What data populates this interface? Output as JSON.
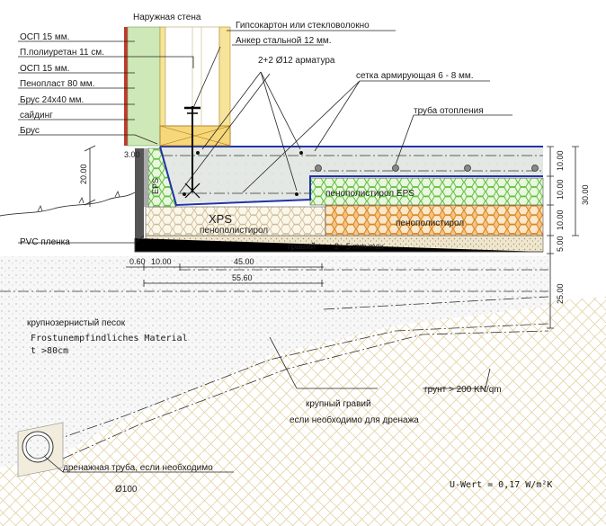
{
  "labels": {
    "outer_wall": "Наружная стена",
    "gypsum": "Гипсокартон или стекловолокно",
    "osb_top": "ОСП 15 мм.",
    "polyurethane": "П.полиуретан 11 см.",
    "anchor": "Анкер стальной 12 мм.",
    "rebar": "2+2 Ø12  арматура",
    "osb_2": "ОСП 15 мм.",
    "mesh": "сетка армирующая 6 - 8 мм.",
    "foam80": "Пенопласт 80 мм.",
    "batten": "Брус 24х40 мм.",
    "siding": "сайдинг",
    "beam": "Брус",
    "heating_pipe": "труба отопления",
    "eps_small": "EPS",
    "foam_eps": "пенополистирол  EPS",
    "xps": "XPS",
    "xps_foam": "пенополистирол",
    "foam_orange": "пенополистирол",
    "pvc": "PVC пленка",
    "gravel": "гравий",
    "gravel_size": "2 - 5 mm max",
    "coarse_sand": "крупнозернистый песок",
    "frost_material": "Frostunempfindliches Material",
    "frost_depth": "t >80cm",
    "soil": "грунт > 200 KN/qm",
    "coarse_gravel": "крупный гравий",
    "drain_note": "если необходимо для дренажа",
    "drain_pipe": "дренажная труба, если необходимо",
    "pipe_dia": "Ø100",
    "u_value": "U-Wert = 0,17 W/m²K"
  },
  "dimensions": {
    "d_300": "3.00",
    "d_2000": "20.00",
    "d_060": "0.60",
    "d_1000_h": "10.00",
    "d_4500": "45.00",
    "d_5560": "55.60",
    "r_1000a": "10.00",
    "r_1000b": "10.00",
    "r_1000c": "10.00",
    "r_500": "5.00",
    "r_2500": "25.00",
    "r_3000": "30.00"
  },
  "colors": {
    "wall_green": "#cfe8b8",
    "wall_red": "#c0392b",
    "wood_yellow": "#f6e49a",
    "eps_green": "#7ccf5e",
    "foam_orange": "#e39a3c",
    "slab_blue": "#2233aa",
    "gravel_tan": "#efe6cf"
  }
}
